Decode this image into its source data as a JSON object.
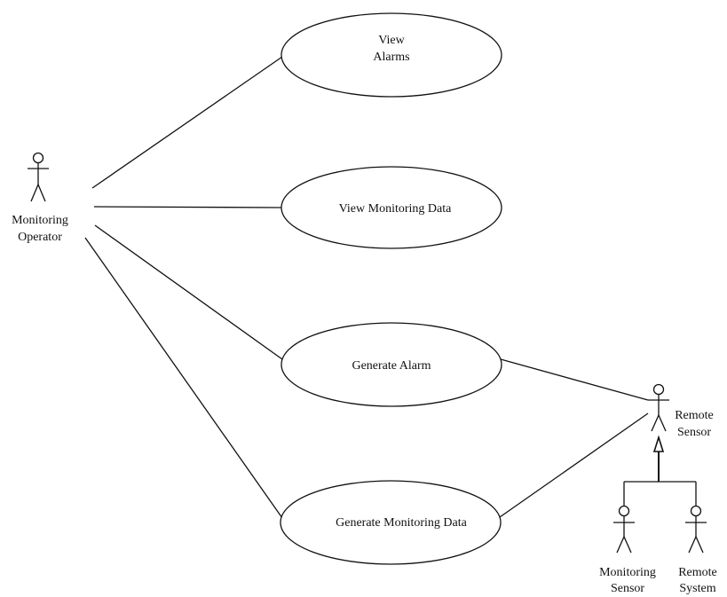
{
  "use_cases": {
    "view_alarms": {
      "line1": "View",
      "line2": "Alarms"
    },
    "view_monitoring_data": {
      "label": "View Monitoring Data"
    },
    "generate_alarm": {
      "label": "Generate Alarm"
    },
    "generate_monitoring_data": {
      "label": "Generate Monitoring Data"
    }
  },
  "actors": {
    "monitoring_operator": {
      "line1": "Monitoring",
      "line2": "Operator"
    },
    "remote_sensor": {
      "line1": "Remote",
      "line2": "Sensor"
    },
    "monitoring_sensor": {
      "line1": "Monitoring",
      "line2": "Sensor"
    },
    "remote_system": {
      "line1": "Remote",
      "line2": "System"
    }
  }
}
